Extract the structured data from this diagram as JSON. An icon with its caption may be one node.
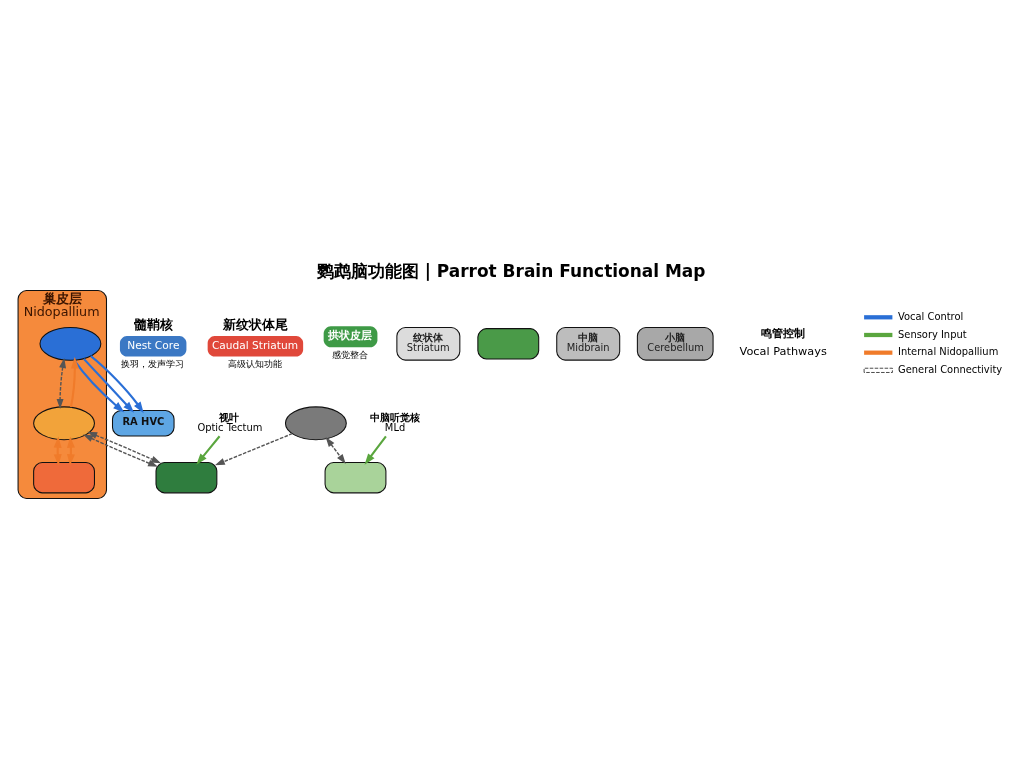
{
  "diagram": {
    "title": "鹦鹉脑功能图 | Parrot Brain Functional Map",
    "nodes": [
      {
        "text": [
          "巢皮层",
          "Nidopallium"
        ]
      },
      {
        "text": [
          "髓鞘核",
          "Nest Core"
        ],
        "beside": [
          "换羽，发声学习"
        ]
      },
      {
        "text": [
          "新纹状体尾",
          "Caudal Striatum"
        ],
        "beside": [
          "高级认知功能"
        ]
      },
      {
        "text": [],
        "shape": "ellipse",
        "in": 0
      },
      {
        "text": [],
        "shape": "ellipse",
        "in": 0
      },
      {
        "text": [],
        "shape": "band",
        "in": 0
      },
      {
        "text": [
          "拱状皮层"
        ],
        "beside": [
          "感觉整合"
        ]
      },
      {
        "text": [
          "纹状体",
          "Striatum"
        ]
      },
      {
        "text": [],
        "shape": "region"
      },
      {
        "text": [
          "RA HVC"
        ]
      },
      {
        "text": [],
        "shape": "circle"
      },
      {
        "text": [],
        "shape": "region"
      },
      {
        "text": [
          "中脑",
          "Midbrain"
        ]
      },
      {
        "text": [],
        "shape": "region"
      },
      {
        "text": [
          "视叶",
          "Optic Tectum"
        ]
      },
      {
        "text": [
          "小脑",
          "Cerebellum"
        ]
      },
      {
        "text": [
          "中脑听觉核",
          "MLd"
        ]
      }
    ],
    "edges": [
      {
        "from": 3,
        "to": 9,
        "arrow": "to",
        "color": "#2a6fd6"
      },
      {
        "from": 3,
        "to": 9,
        "arrow": "to",
        "color": "#2a6fd6"
      },
      {
        "from": 3,
        "to": 9,
        "arrow": "to",
        "color": "#2a6fd6"
      },
      {
        "from": 4,
        "to": 3,
        "arrow": "to",
        "color": "#f07b2a"
      },
      {
        "from": 4,
        "to": 5,
        "arrow": "both",
        "color": "#f07b2a"
      },
      {
        "from": 4,
        "to": 5,
        "arrow": "both",
        "color": "#f07b2a"
      },
      {
        "from": 3,
        "to": 4,
        "arrow": "both",
        "style": "dashed"
      },
      {
        "from": 4,
        "to": 8,
        "arrow": "both",
        "style": "dashed"
      },
      {
        "from": 4,
        "to": 8,
        "arrow": "both",
        "style": "dashed"
      },
      {
        "from": 10,
        "to": 8,
        "arrow": "to",
        "style": "dashed"
      },
      {
        "from": 10,
        "to": 13,
        "arrow": "both",
        "style": "dashed"
      },
      {
        "from": 14,
        "to": 8,
        "arrow": "to",
        "color": "#5aa63e"
      },
      {
        "from": 16,
        "to": 13,
        "arrow": "to",
        "color": "#5aa63e"
      }
    ],
    "labels": [
      "鸣管控制",
      "Vocal Pathways"
    ],
    "legend": [
      {
        "text": "Vocal Control"
      },
      {
        "text": "Sensory Input"
      },
      {
        "text": "Internal Nidopallium"
      },
      {
        "text": "General Connectivity"
      }
    ]
  }
}
